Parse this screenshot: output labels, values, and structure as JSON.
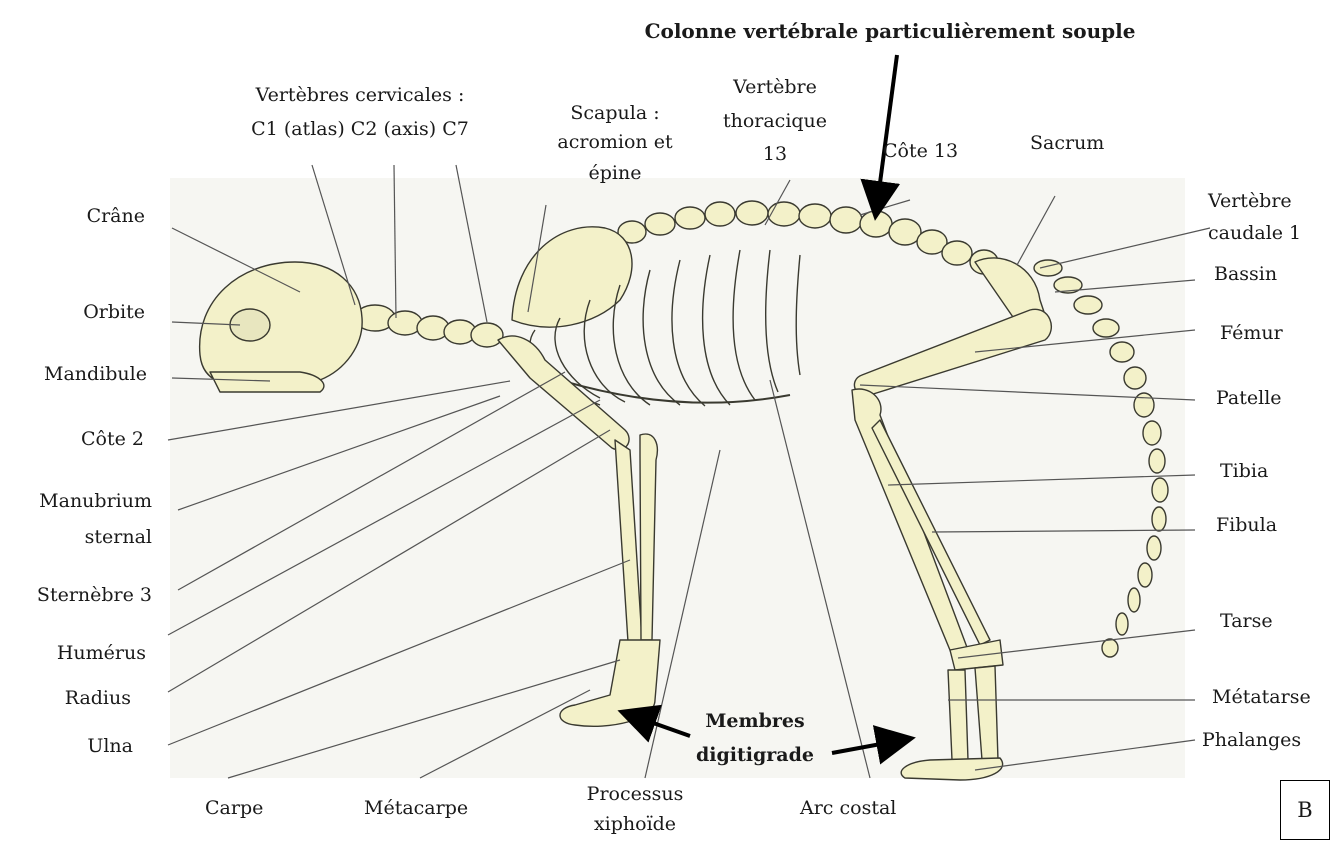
{
  "labels": {
    "title": "Colonne vertébrale particulièrement souple",
    "cervical": "Vertèbres cervicales :",
    "cervical_detail": "C1 (atlas) C2 (axis) C7",
    "scapula": "Scapula :",
    "scapula_detail_1": "acromion et",
    "scapula_detail_2": "épine",
    "thoracic_1": "Vertèbre",
    "thoracic_2": "thoracique",
    "thoracic_3": "13",
    "rib13": "Côte 13",
    "sacrum": "Sacrum",
    "crane": "Crâne",
    "orbite": "Orbite",
    "mandibule": "Mandibule",
    "cote2": "Côte 2",
    "manubrium_1": "Manubrium",
    "manubrium_2": "sternal",
    "sternebre": "Sternèbre 3",
    "humerus": "Humérus",
    "radius": "Radius",
    "ulna": "Ulna",
    "carpe": "Carpe",
    "metacarpe": "Métacarpe",
    "processus_1": "Processus",
    "processus_2": "xiphoïde",
    "arc_costal": "Arc costal",
    "membres_1": "Membres",
    "membres_2": "digitigrade",
    "caudal_1": "Vertèbre",
    "caudal_2": "caudale 1",
    "bassin": "Bassin",
    "femur": "Fémur",
    "patelle": "Patelle",
    "tibia": "Tibia",
    "fibula": "Fibula",
    "tarse": "Tarse",
    "metatarse": "Métatarse",
    "phalanges": "Phalanges",
    "badge": "B"
  },
  "colors": {
    "bone": "#f3f1c9",
    "bone_outline": "#3a3a30",
    "background_panel": "#f6f6f2",
    "leader": "#555555",
    "arrow": "#000000"
  }
}
